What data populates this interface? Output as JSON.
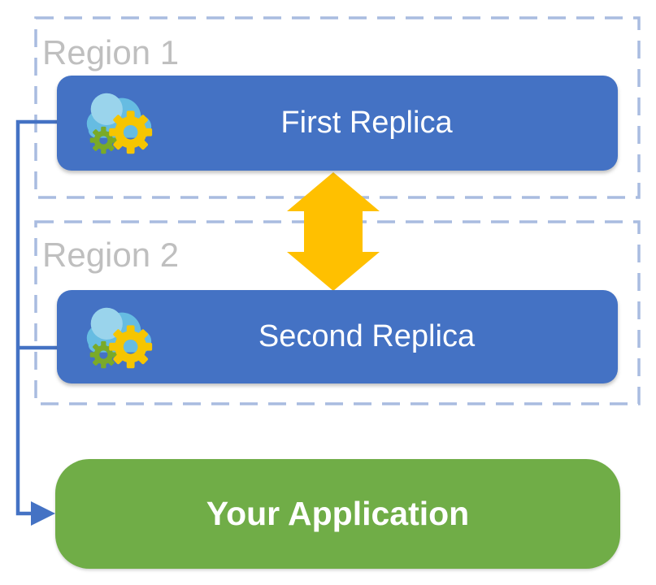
{
  "diagram": {
    "regions": [
      {
        "label": "Region 1"
      },
      {
        "label": "Region 2"
      }
    ],
    "nodes": {
      "first_replica": {
        "label": "First Replica"
      },
      "second_replica": {
        "label": "Second Replica"
      },
      "application": {
        "label": "Your Application"
      }
    },
    "icons": {
      "replica": "cloud-gears-icon",
      "sync": "up-down-arrow-icon",
      "connector_end": "right-arrowhead-icon"
    }
  },
  "colors": {
    "canvas_bg": "#ffffff",
    "region_border": "#A9BCE0",
    "region_label": "#BFBFBF",
    "replica_fill": "#4472C4",
    "replica_text": "#FFFFFF",
    "app_fill": "#70AD47",
    "app_text": "#FFFFFF",
    "arrow_fill": "#FFC000",
    "connector": "#4472C4",
    "cloud_light": "#9AD4EC",
    "cloud_mid": "#66BCE2",
    "gear_yellow": "#F6C500",
    "gear_green": "#7AAA28"
  }
}
